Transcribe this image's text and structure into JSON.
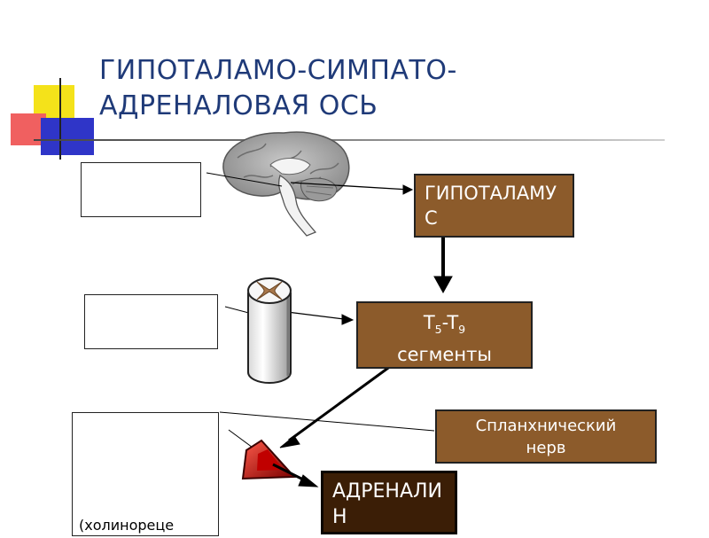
{
  "slide": {
    "title": "ГИПОТАЛАМО-СИМПАТО-АДРЕНАЛОВАЯ ОСЬ",
    "boxes": {
      "hypothalamus": "ГИПОТАЛАМУС",
      "segments_t5": "T",
      "segments_sub5": "5",
      "segments_t9": "-T",
      "segments_sub9": "9",
      "segments_word": "сегменты",
      "splanchnic": "Спланхнический нерв",
      "adrenaline": "АДРЕНАЛИН"
    },
    "left_text": "(холинореце"
  }
}
